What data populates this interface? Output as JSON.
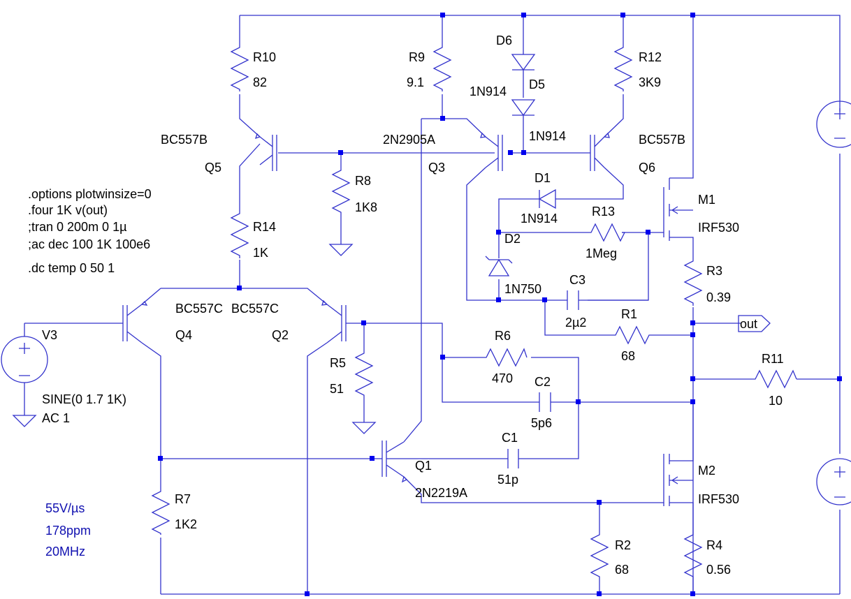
{
  "components": {
    "R10": {
      "name": "R10",
      "value": "82"
    },
    "R9": {
      "name": "R9",
      "value": "9.1"
    },
    "R12": {
      "name": "R12",
      "value": "3K9"
    },
    "R8": {
      "name": "R8",
      "value": "1K8"
    },
    "R14": {
      "name": "R14",
      "value": "1K"
    },
    "R13": {
      "name": "R13",
      "value": "1Meg"
    },
    "R3": {
      "name": "R3",
      "value": "0.39"
    },
    "R1": {
      "name": "R1",
      "value": "68"
    },
    "R6": {
      "name": "R6",
      "value": "470"
    },
    "R5": {
      "name": "R5",
      "value": "51"
    },
    "R11": {
      "name": "R11",
      "value": "10"
    },
    "R7": {
      "name": "R7",
      "value": "1K2"
    },
    "R2": {
      "name": "R2",
      "value": "68"
    },
    "R4": {
      "name": "R4",
      "value": "0.56"
    },
    "D6": {
      "name": "D6",
      "value": "1N914"
    },
    "D5": {
      "name": "D5",
      "value": "1N914"
    },
    "D1": {
      "name": "D1",
      "value": "1N914"
    },
    "D2": {
      "name": "D2",
      "value": "1N750"
    },
    "C3": {
      "name": "C3",
      "value": "2µ2"
    },
    "C2": {
      "name": "C2",
      "value": "5p6"
    },
    "C1": {
      "name": "C1",
      "value": "51p"
    },
    "Q5": {
      "name": "Q5",
      "value": "BC557B"
    },
    "Q3": {
      "name": "Q3",
      "value": "2N2905A"
    },
    "Q6": {
      "name": "Q6",
      "value": "BC557B"
    },
    "Q4": {
      "name": "Q4",
      "value": "BC557C"
    },
    "Q2": {
      "name": "Q2",
      "value": "BC557C"
    },
    "Q1": {
      "name": "Q1",
      "value": "2N2219A"
    },
    "M1": {
      "name": "M1",
      "value": "IRF530"
    },
    "M2": {
      "name": "M2",
      "value": "IRF530"
    },
    "V3": {
      "name": "V3",
      "value": "SINE(0 1.7 1K)",
      "ac": "AC 1"
    }
  },
  "directives": [
    ".options plotwinsize=0",
    ".four 1K v(out)",
    ";tran 0 200m 0 1µ",
    ";ac dec 100 1K 100e6",
    ".dc temp 0 50 1"
  ],
  "net_label_out": "out",
  "specs": [
    "55V/µs",
    "178ppm",
    "20MHz"
  ],
  "colors": {
    "wire": "#3333cc",
    "junction": "#0000ee",
    "spec_text": "#1010b0"
  }
}
